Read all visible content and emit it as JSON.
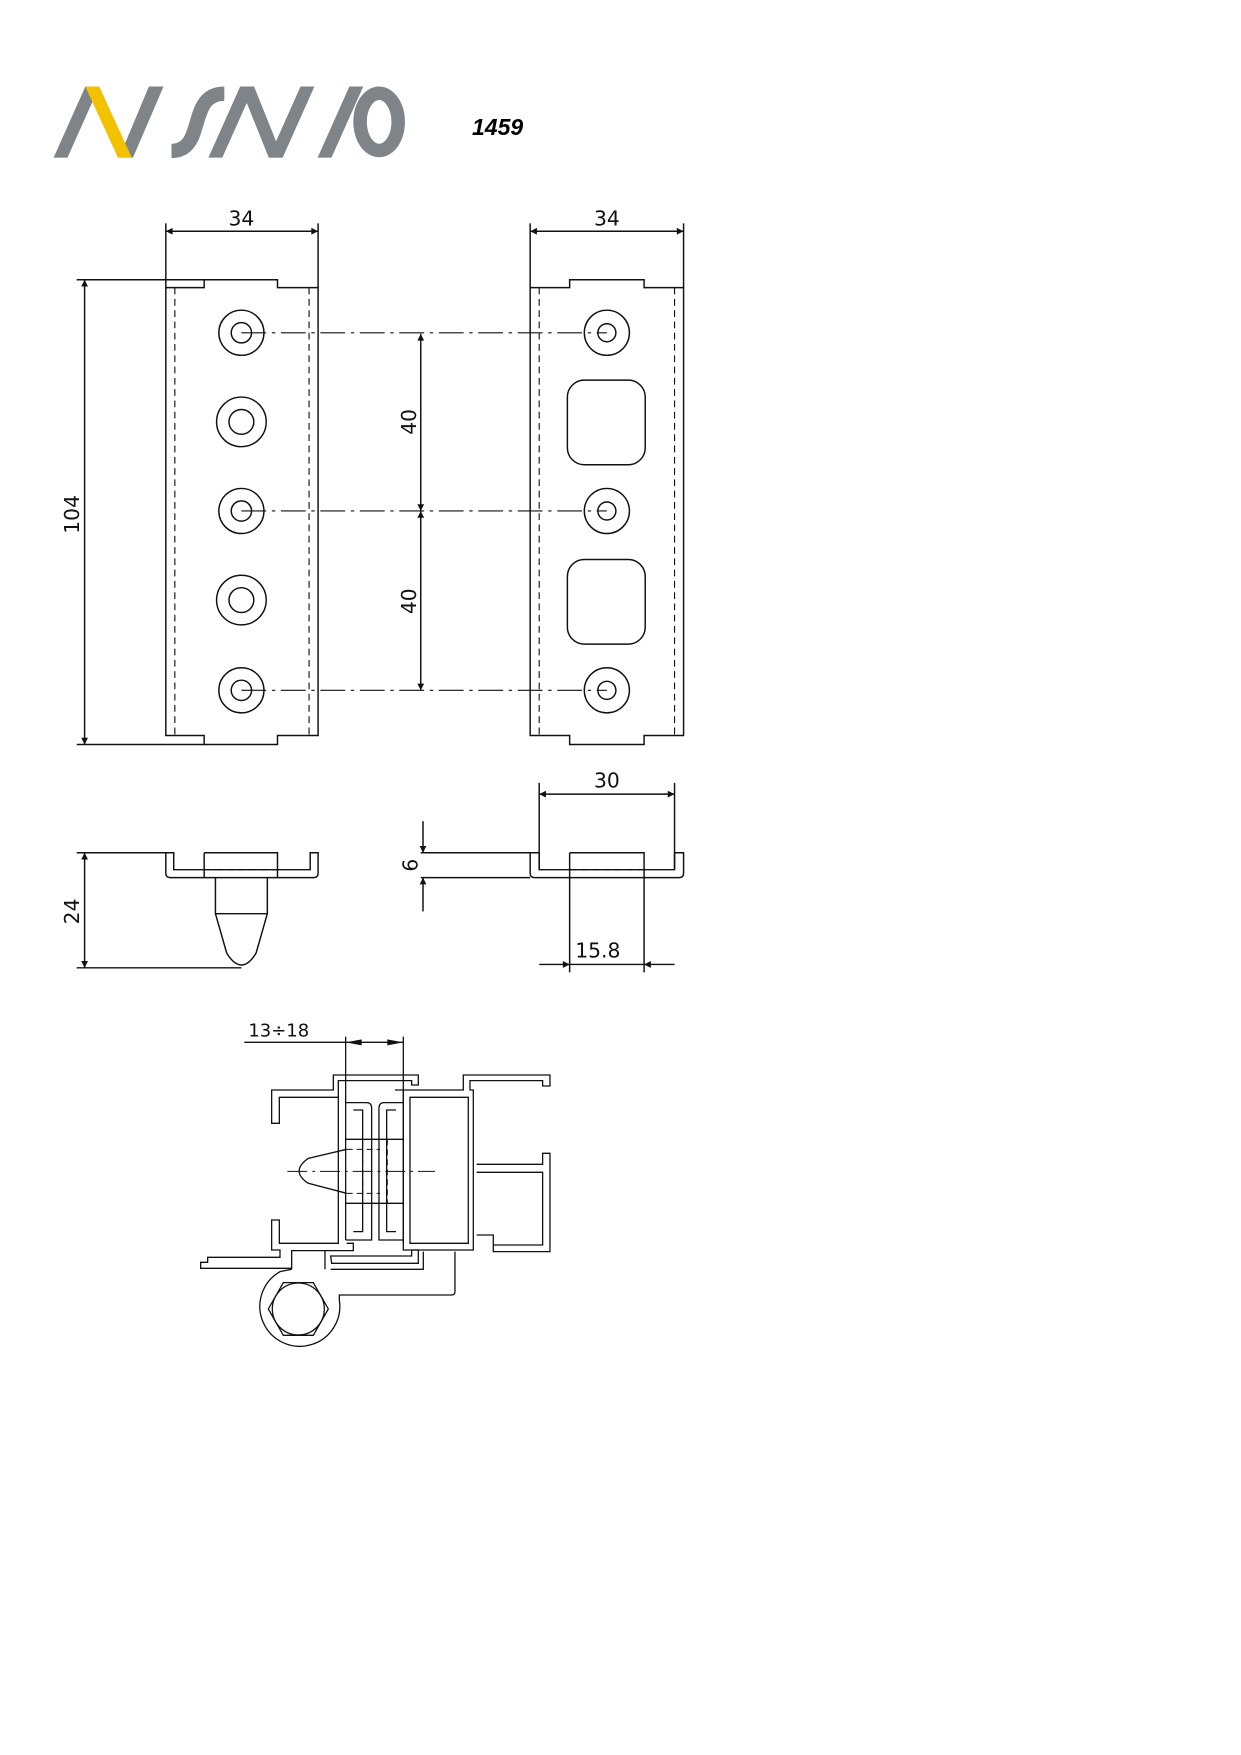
{
  "logo": {
    "text": "AV SAVIO",
    "gray": "#7f8489",
    "yellow": "#f2c200"
  },
  "product_code": "1459",
  "dimensions": {
    "width_left": "34",
    "width_right": "34",
    "height": "104",
    "spacing_upper": "40",
    "spacing_lower": "40",
    "pin_depth": "24",
    "thickness": "6",
    "channel_width": "30",
    "tab_width": "15.8",
    "gap_range": "13÷18"
  }
}
